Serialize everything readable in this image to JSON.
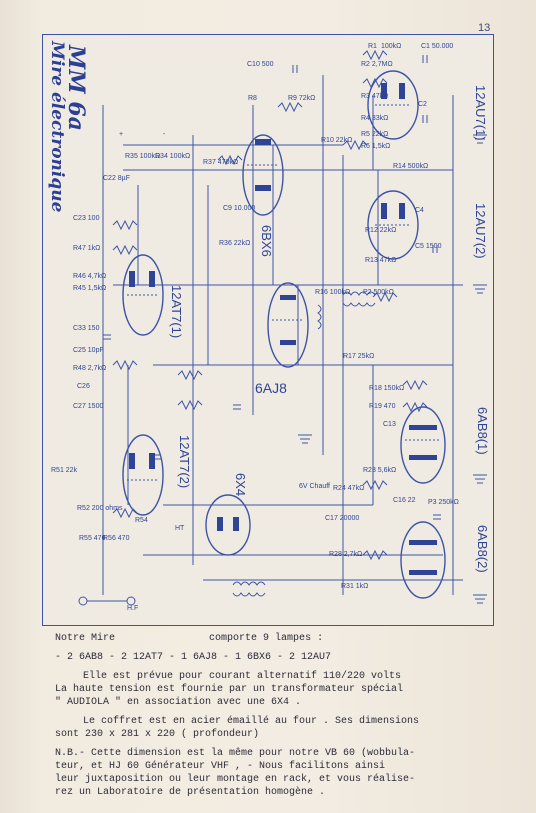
{
  "page": {
    "number": "13"
  },
  "schematic": {
    "title": "Mire électronique",
    "model": "MM 6a",
    "tubes": [
      "12AU7(1)",
      "12AU7(2)",
      "6BX6",
      "6AJ8",
      "12AT7(1)",
      "12AT7(2)",
      "6X4",
      "6AB8(1)",
      "6AB8(2)"
    ],
    "labels": [
      "R1",
      "100kΩ",
      "C1 50.000",
      "R2 2,7MΩ",
      "R3 47kΩ",
      "C2",
      "R4 33kΩ",
      "R5 22kΩ",
      "R6 1,5kΩ",
      "C10 500",
      "R8",
      "R9 72kΩ",
      "R10 22kΩ",
      "R37 470kΩ",
      "R35 100kΩ",
      "R34 100kΩ",
      "C22 8µF",
      "C23 100",
      "R47 1kΩ",
      "R46 4,7kΩ",
      "R45 1,5kΩ",
      "C33 150",
      "C25 10pF",
      "R48 2,7kΩ",
      "C26",
      "C27 1500",
      "R36 22kΩ",
      "C9 10.000",
      "R16 100kΩ",
      "P2 500kΩ",
      "R17 25kΩ",
      "R18 150kΩ",
      "R19 470",
      "C13",
      "R23 5,6kΩ",
      "R24 47kΩ",
      "C16 22",
      "C17 20000",
      "P3 250kΩ",
      "R28 2,7kΩ",
      "R31 1kΩ",
      "R14 500kΩ",
      "R13 47kΩ",
      "C5 1500",
      "C4",
      "R12 22kΩ",
      "R51 22k",
      "R52 200 ohms",
      "R55 470",
      "R56 470",
      "R54",
      "HT",
      "6V Chauff",
      "H.F",
      "+",
      "-"
    ]
  },
  "text": {
    "line1_left": "Notre Mire",
    "line1_right": "comporte 9 lampes :",
    "lamp_list": "- 2  6AB8  - 2  12AT7 - 1 6AJ8 - 1  6BX6  -  2   12AU7",
    "para1": "Elle est prévue pour courant alternatif 110/220 volts",
    "para1b": "La haute tension est fournie par un transformateur spécial",
    "para1c": "\" AUDIOLA \" en association avec une 6X4 .",
    "para2": "Le coffret est en acier émaillé au four . Ses dimensions",
    "para2b": "sont 230 x 281 x 220  ( profondeur)",
    "para3": "N.B.- Cette dimension est la même pour notre VB 60 (wobbula-",
    "para3b": "teur, et HJ 60  Générateur VHF , - Nous facilitons ainsi",
    "para3c": "leur juxtaposition ou leur montage en rack, et vous réalise-",
    "para3d": "rez un Laboratoire de présentation homogène ."
  }
}
